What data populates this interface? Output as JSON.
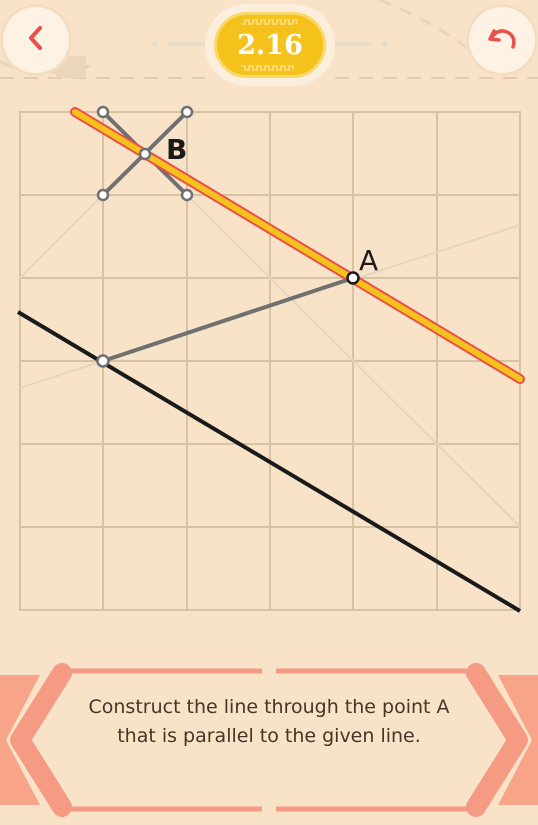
{
  "header": {
    "level": "2.16",
    "back_icon": "chevron-left-icon",
    "undo_icon": "undo-arrow-icon",
    "accent_color": "#e8514a",
    "badge_color": "#f5c21c"
  },
  "puzzle": {
    "point_labels": {
      "a": "A",
      "b": "B"
    },
    "colors": {
      "given_line": "#1a1a1a",
      "constructed_line": "#f5c21c",
      "helper_line": "#707070",
      "grid": "#d6c3a4"
    }
  },
  "instruction": {
    "text": "Construct the line through the point A that is parallel to the given line."
  }
}
